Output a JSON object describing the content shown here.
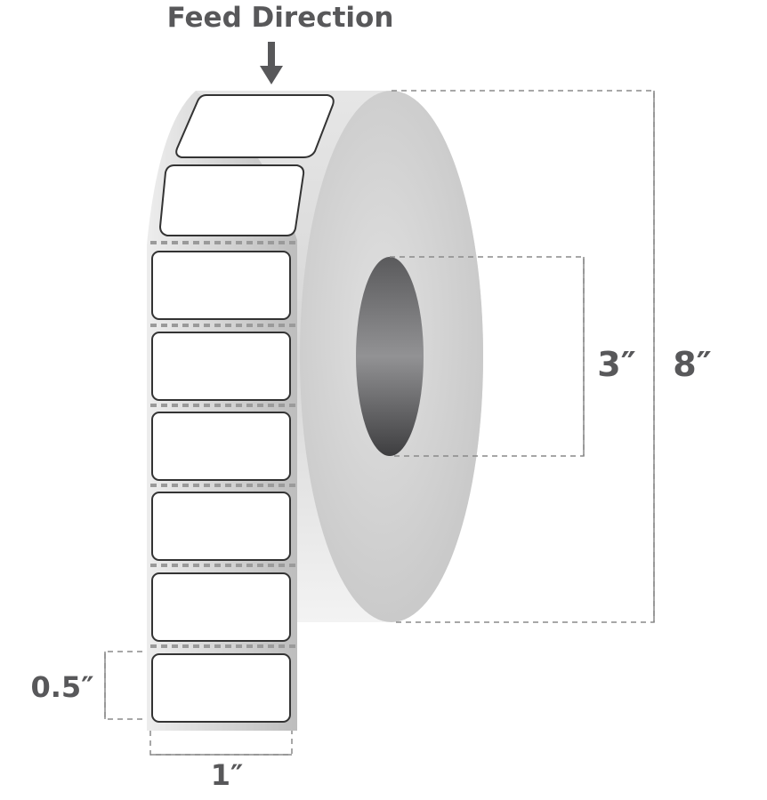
{
  "feed_direction": "Feed Direction",
  "dimensions": {
    "label_width": "1″",
    "label_height": "0.5″",
    "core_diameter": "3″",
    "roll_diameter": "8″"
  },
  "colors": {
    "text": "#58585a",
    "roll_face": "#d2d2d2",
    "core_dark": "#4d4d4f",
    "dash": "#8a8a8a",
    "label_outline": "#333333"
  }
}
